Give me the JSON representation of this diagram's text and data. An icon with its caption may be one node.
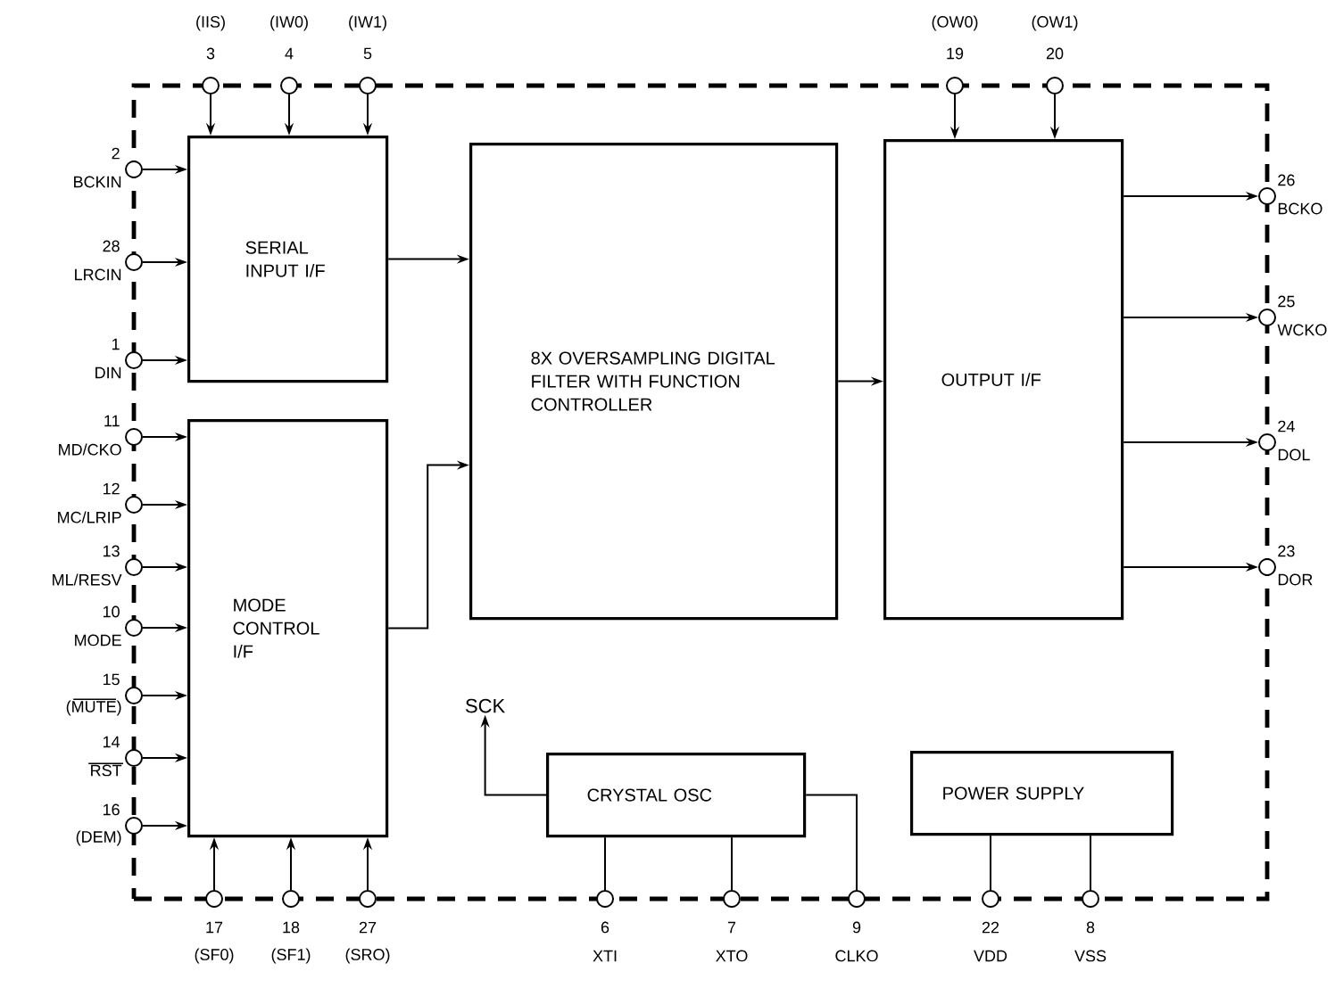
{
  "diagram": {
    "nodes": [
      {
        "text": [],
        "shape": "box"
      },
      {
        "text": [
          "SERIAL INPUT I/F"
        ],
        "in": 0
      },
      {
        "text": [
          "MODE CONTROL I/F"
        ],
        "in": 0
      },
      {
        "text": [
          "8X OVERSAMPLING DIGITAL FILTER WITH FUNCTION CONTROLLER"
        ],
        "in": 0
      },
      {
        "text": [
          "OUTPUT I/F"
        ],
        "in": 0
      },
      {
        "text": [
          "SCK"
        ],
        "in": 0
      },
      {
        "text": [
          "CRYSTAL OSC"
        ],
        "in": 0
      },
      {
        "text": [
          "POWER SUPPLY"
        ],
        "in": 0
      },
      {
        "text": [],
        "shape": "circle",
        "beside": [
          "(IIS)",
          "3"
        ]
      },
      {
        "text": [],
        "shape": "circle",
        "beside": [
          "(IW0)",
          "4"
        ]
      },
      {
        "text": [],
        "shape": "circle",
        "beside": [
          "(IW1)",
          "5"
        ]
      },
      {
        "text": [],
        "shape": "circle",
        "beside": [
          "(OW0)",
          "19"
        ]
      },
      {
        "text": [],
        "shape": "circle",
        "beside": [
          "(OW1)",
          "20"
        ]
      },
      {
        "text": [],
        "shape": "circle",
        "beside": [
          "2",
          "BCKIN"
        ]
      },
      {
        "text": [],
        "shape": "circle",
        "beside": [
          "28",
          "LRCIN"
        ]
      },
      {
        "text": [],
        "shape": "circle",
        "beside": [
          "1",
          "DIN"
        ]
      },
      {
        "text": [],
        "shape": "circle",
        "beside": [
          "11",
          "MD/CKO"
        ]
      },
      {
        "text": [],
        "shape": "circle",
        "beside": [
          "12",
          "MC/LRIP"
        ]
      },
      {
        "text": [],
        "shape": "circle",
        "beside": [
          "13",
          "ML/RESV"
        ]
      },
      {
        "text": [],
        "shape": "circle",
        "beside": [
          "10",
          "MODE"
        ]
      },
      {
        "text": [],
        "shape": "circle",
        "beside": [
          "15",
          "(MUTE)"
        ]
      },
      {
        "text": [],
        "shape": "circle",
        "beside": [
          "14",
          "RST"
        ]
      },
      {
        "text": [],
        "shape": "circle",
        "beside": [
          "16",
          "(DEM)"
        ]
      },
      {
        "text": [],
        "shape": "circle",
        "beside": [
          "26",
          "BCKO"
        ]
      },
      {
        "text": [],
        "shape": "circle",
        "beside": [
          "25",
          "WCKO"
        ]
      },
      {
        "text": [],
        "shape": "circle",
        "beside": [
          "24",
          "DOL"
        ]
      },
      {
        "text": [],
        "shape": "circle",
        "beside": [
          "23",
          "DOR"
        ]
      },
      {
        "text": [],
        "shape": "circle",
        "beside": [
          "17",
          "(SF0)"
        ]
      },
      {
        "text": [],
        "shape": "circle",
        "beside": [
          "18",
          "(SF1)"
        ]
      },
      {
        "text": [],
        "shape": "circle",
        "beside": [
          "27",
          "(SRO)"
        ]
      },
      {
        "text": [],
        "shape": "circle",
        "beside": [
          "6",
          "XTI"
        ]
      },
      {
        "text": [],
        "shape": "circle",
        "beside": [
          "7",
          "XTO"
        ]
      },
      {
        "text": [],
        "shape": "circle",
        "beside": [
          "9",
          "CLKO"
        ]
      },
      {
        "text": [],
        "shape": "circle",
        "beside": [
          "22",
          "VDD"
        ]
      },
      {
        "text": [],
        "shape": "circle",
        "beside": [
          "8",
          "VSS"
        ]
      }
    ],
    "edges": [
      {
        "from": 8,
        "to": 1,
        "arrow": "to"
      },
      {
        "from": 9,
        "to": 1,
        "arrow": "to"
      },
      {
        "from": 10,
        "to": 1,
        "arrow": "to"
      },
      {
        "from": 11,
        "to": 4,
        "arrow": "to"
      },
      {
        "from": 12,
        "to": 4,
        "arrow": "to"
      },
      {
        "from": 13,
        "to": 1,
        "arrow": "to"
      },
      {
        "from": 14,
        "to": 1,
        "arrow": "to"
      },
      {
        "from": 15,
        "to": 1,
        "arrow": "to"
      },
      {
        "from": 16,
        "to": 2,
        "arrow": "to"
      },
      {
        "from": 17,
        "to": 2,
        "arrow": "to"
      },
      {
        "from": 18,
        "to": 2,
        "arrow": "to"
      },
      {
        "from": 19,
        "to": 2,
        "arrow": "to"
      },
      {
        "from": 20,
        "to": 2,
        "arrow": "to"
      },
      {
        "from": 21,
        "to": 2,
        "arrow": "to"
      },
      {
        "from": 22,
        "to": 2,
        "arrow": "to"
      },
      {
        "from": 1,
        "to": 3,
        "arrow": "to"
      },
      {
        "from": 2,
        "to": 3,
        "arrow": "to"
      },
      {
        "from": 3,
        "to": 4,
        "arrow": "to"
      },
      {
        "from": 4,
        "to": 23,
        "arrow": "to"
      },
      {
        "from": 4,
        "to": 24,
        "arrow": "to"
      },
      {
        "from": 4,
        "to": 25,
        "arrow": "to"
      },
      {
        "from": 4,
        "to": 26,
        "arrow": "to"
      },
      {
        "from": 27,
        "to": 2,
        "arrow": "to"
      },
      {
        "from": 28,
        "to": 2,
        "arrow": "to"
      },
      {
        "from": 29,
        "to": 2,
        "arrow": "to"
      },
      {
        "from": 30,
        "to": 6,
        "arrow": "none"
      },
      {
        "from": 31,
        "to": 6,
        "arrow": "none"
      },
      {
        "from": 6,
        "to": 32,
        "arrow": "none"
      },
      {
        "from": 33,
        "to": 7,
        "arrow": "none"
      },
      {
        "from": 34,
        "to": 7,
        "arrow": "none"
      },
      {
        "from": 6,
        "to": 5,
        "arrow": "to"
      }
    ]
  }
}
